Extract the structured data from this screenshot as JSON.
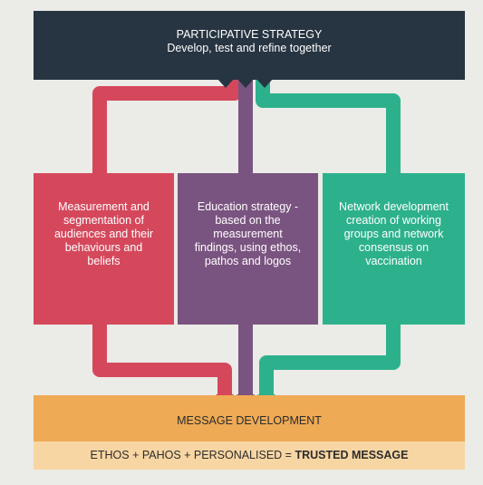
{
  "top": {
    "title": "PARTICIPATIVE STRATEGY",
    "subtitle": "Develop, test and refine together"
  },
  "boxes": [
    {
      "text": "Measurement and segmentation of audiences and their behaviours and beliefs",
      "color": "#d5485c"
    },
    {
      "text": "Education strategy - based on the measurement findings, using ethos, pathos and logos",
      "color": "#7a5480"
    },
    {
      "text": "Network development creation of working groups and network consensus on vaccination",
      "color": "#2db18d"
    }
  ],
  "message": {
    "title": "MESSAGE DEVELOPMENT",
    "formula_prefix": "ETHOS + PAHOS + PERSONALISED = ",
    "formula_result": "TRUSTED MESSAGE"
  },
  "colors": {
    "dark": "#273441",
    "red": "#d5485c",
    "purple": "#7a5480",
    "green": "#2db18d",
    "orange": "#eeaa55",
    "light_orange": "#f8d6a3"
  }
}
